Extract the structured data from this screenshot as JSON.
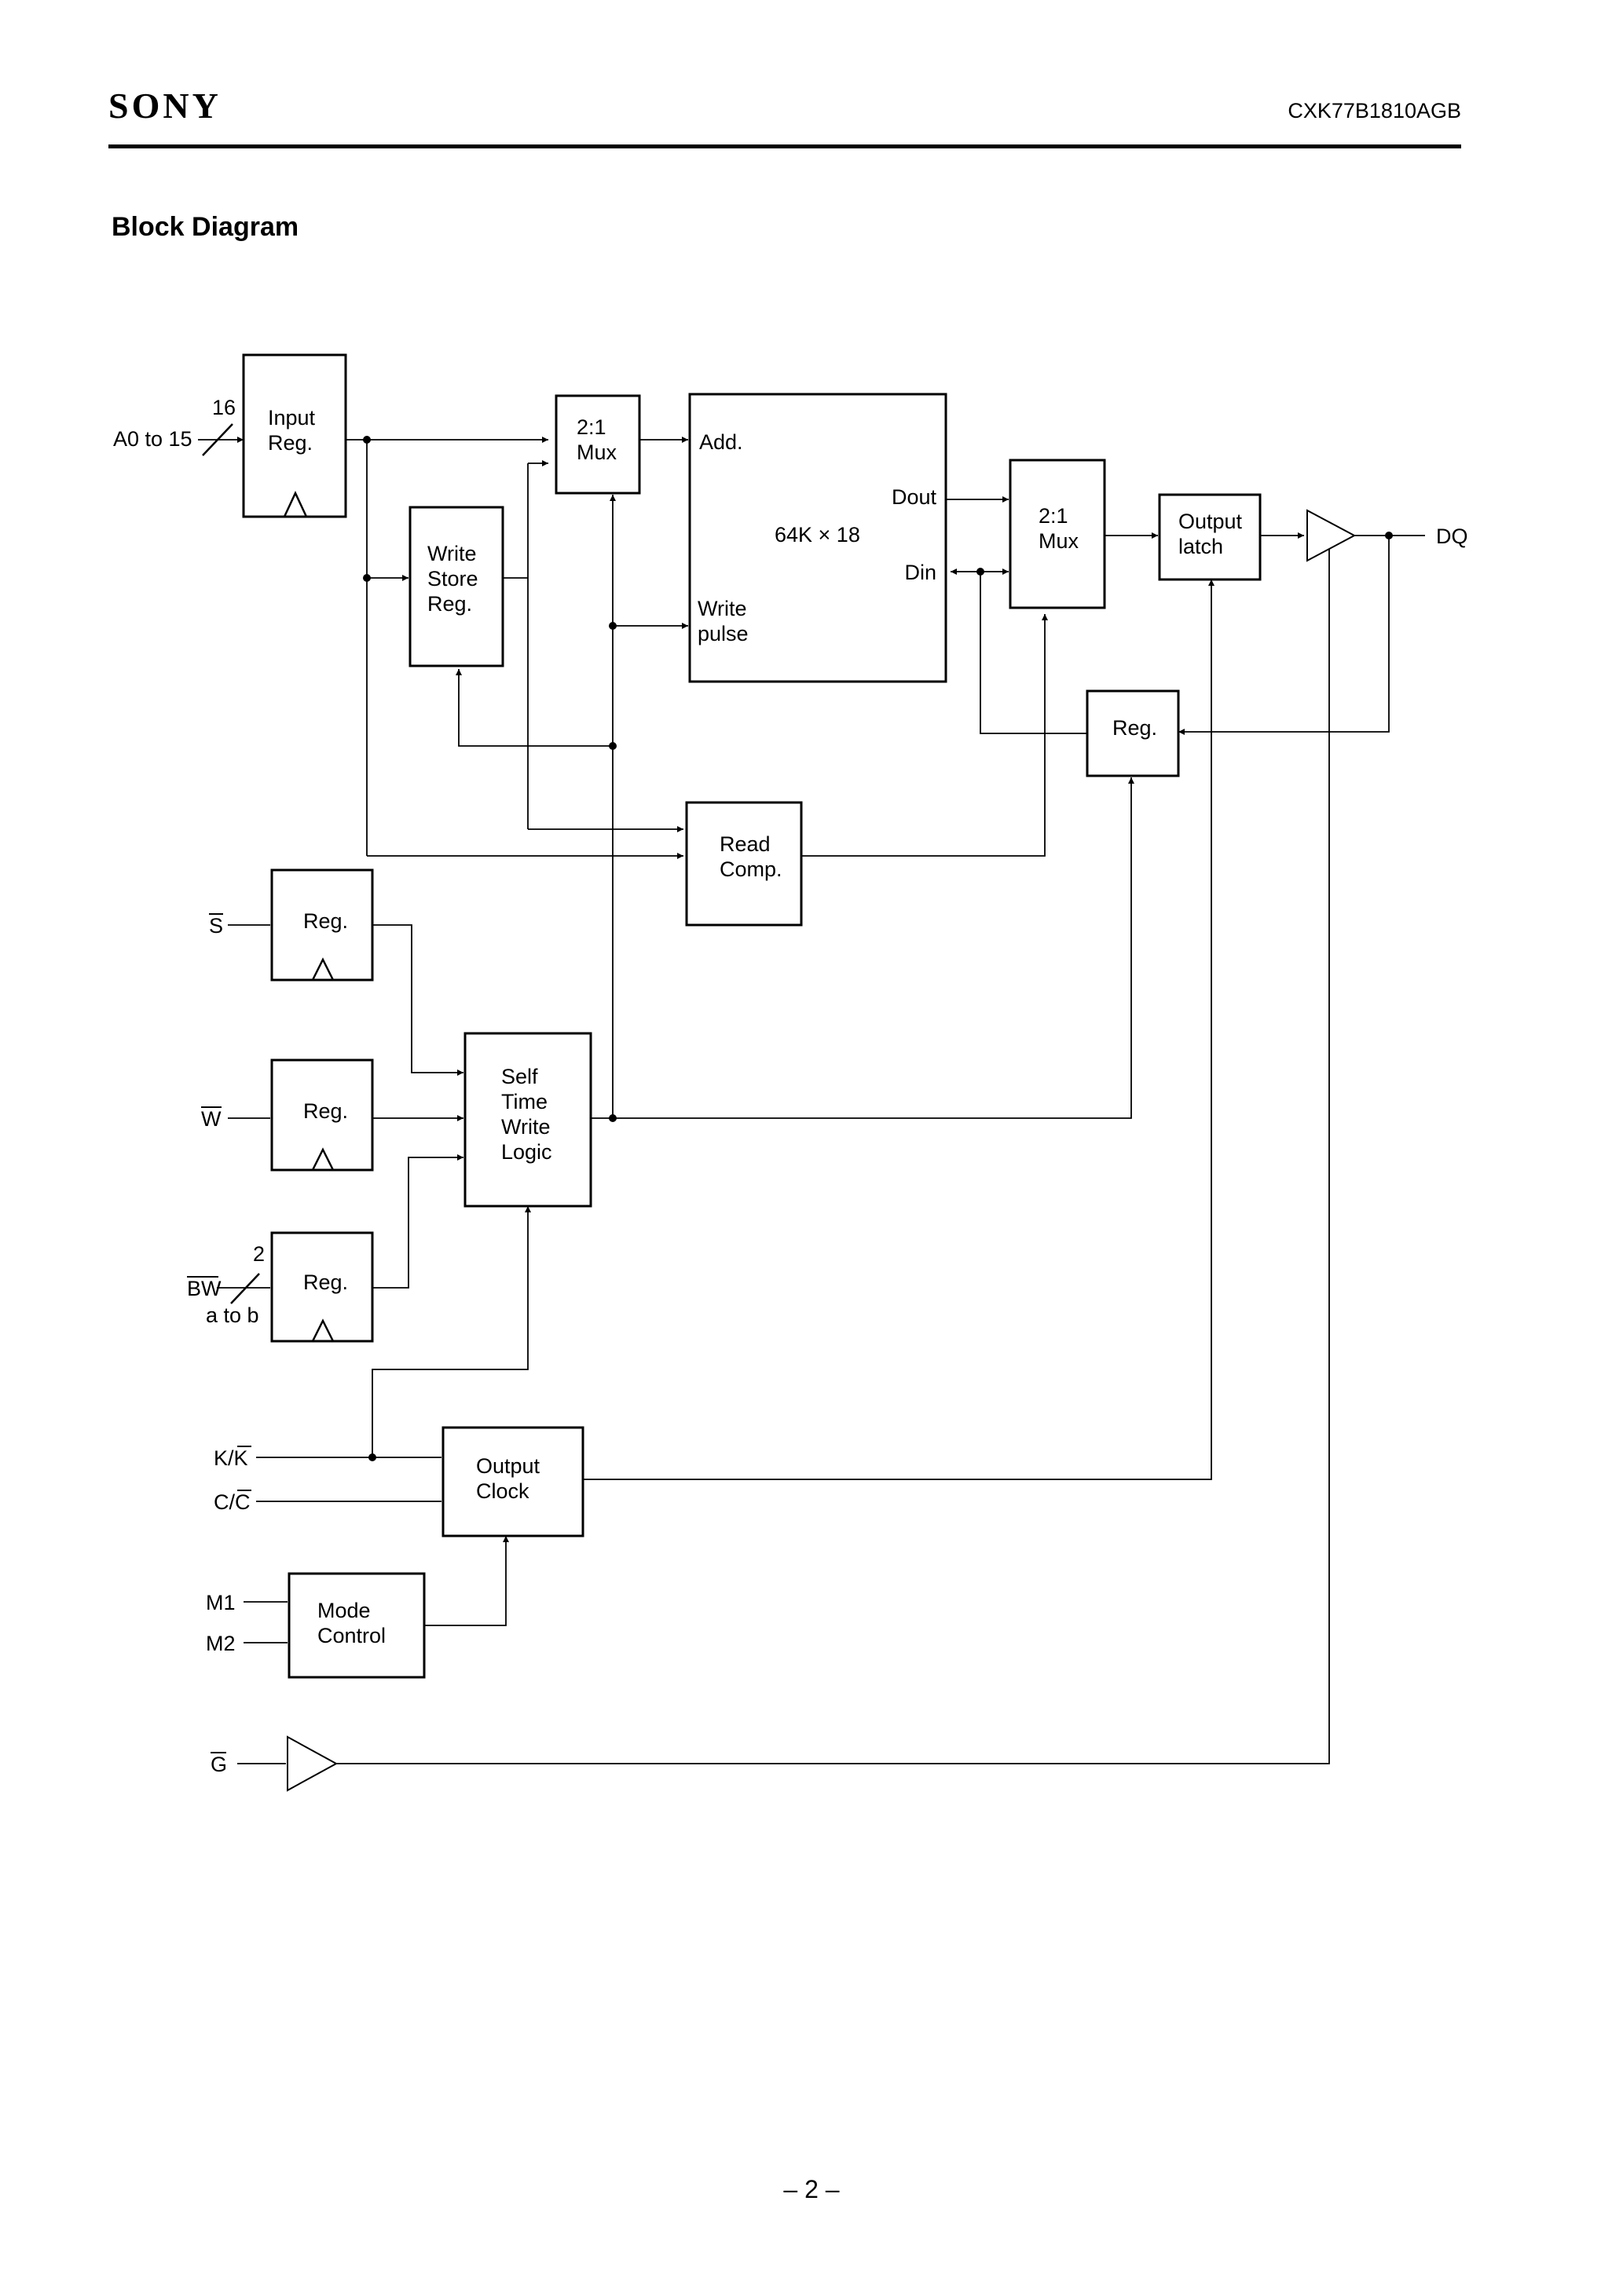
{
  "header": {
    "brand": "SONY",
    "part_number": "CXK77B1810AGB"
  },
  "section_title": "Block Diagram",
  "page_number": "– 2 –",
  "diagram": {
    "inputs": {
      "address": "A0 to 15",
      "address_width": "16",
      "s": "S",
      "w": "W",
      "bw": "BW",
      "bw_sub": "a to b",
      "bw_width": "2",
      "k": "K/",
      "k_bar": "K",
      "c": "C/",
      "c_bar": "C",
      "m1": "M1",
      "m2": "M2",
      "g": "G"
    },
    "output": "DQ",
    "blocks": {
      "input_reg": [
        "Input",
        "Reg."
      ],
      "mux_a": [
        "2:1",
        "Mux"
      ],
      "memory": "64K × 18",
      "mem_add": "Add.",
      "mem_dout": "Dout",
      "mem_din": "Din",
      "mem_write_pulse": [
        "Write",
        "pulse"
      ],
      "write_store_reg": [
        "Write",
        "Store",
        "Reg."
      ],
      "mux_b": [
        "2:1",
        "Mux"
      ],
      "output_latch": [
        "Output",
        "latch"
      ],
      "reg_dq": "Reg.",
      "read_comp": [
        "Read",
        "Comp."
      ],
      "reg_s": "Reg.",
      "reg_w": "Reg.",
      "reg_bw": "Reg.",
      "self_time": [
        "Self",
        "Time",
        "Write",
        "Logic"
      ],
      "output_clock": [
        "Output",
        "Clock"
      ],
      "mode_control": [
        "Mode",
        "Control"
      ]
    }
  }
}
